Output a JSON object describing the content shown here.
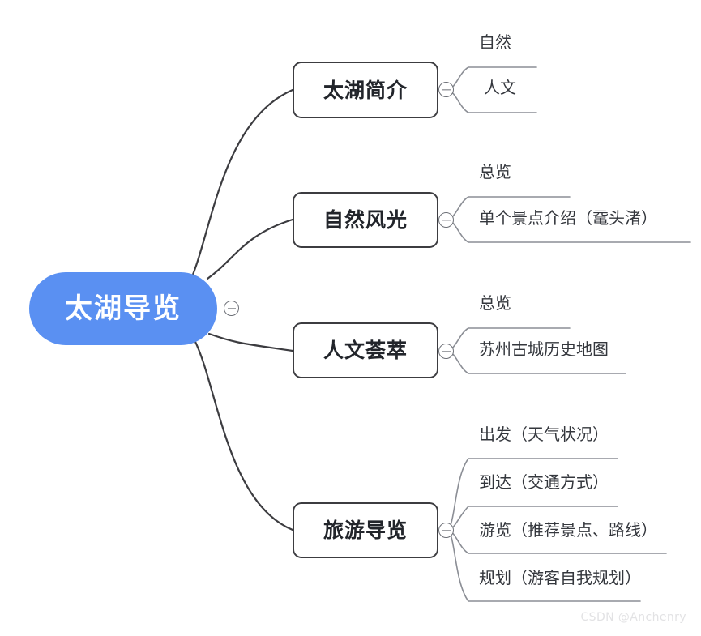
{
  "diagram": {
    "type": "mind-map",
    "title": "太湖导览",
    "root": {
      "label": "太湖导览",
      "color": "#5a90f2",
      "text_color": "#ffffff",
      "collapse_icon": "minus-circle-icon"
    },
    "branches": [
      {
        "label": "太湖简介",
        "collapse_icon": "minus-circle-icon",
        "children": [
          {
            "label": "自然"
          },
          {
            "label": "人文"
          }
        ]
      },
      {
        "label": "自然风光",
        "collapse_icon": "minus-circle-icon",
        "children": [
          {
            "label": "总览"
          },
          {
            "label": "单个景点介绍（鼋头渚）"
          }
        ]
      },
      {
        "label": "人文荟萃",
        "collapse_icon": "minus-circle-icon",
        "children": [
          {
            "label": "总览"
          },
          {
            "label": "苏州古城历史地图"
          }
        ]
      },
      {
        "label": "旅游导览",
        "collapse_icon": "minus-circle-icon",
        "children": [
          {
            "label": "出发（天气状况）"
          },
          {
            "label": "到达（交通方式）"
          },
          {
            "label": "游览（推荐景点、路线）"
          },
          {
            "label": "规划（游客自我规划）"
          }
        ]
      }
    ]
  },
  "watermark": {
    "text": "CSDN @Anchenry",
    "color": "#e2e2e4"
  },
  "canvas": {
    "background": "#ffffff",
    "line_color": "#3c3c40",
    "leaf_line_color": "#8b8e95"
  }
}
